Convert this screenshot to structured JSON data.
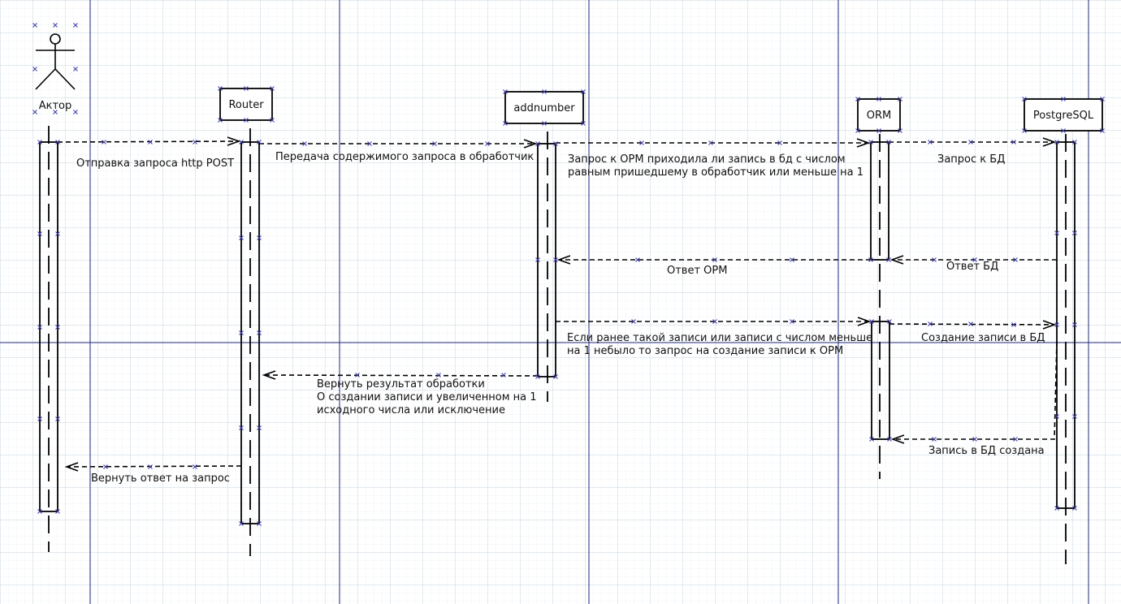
{
  "participants": [
    {
      "id": "actor",
      "label": "Актор"
    },
    {
      "id": "router",
      "label": "Router"
    },
    {
      "id": "addnumber",
      "label": "addnumber"
    },
    {
      "id": "orm",
      "label": "ORM"
    },
    {
      "id": "postgres",
      "label": "PostgreSQL"
    }
  ],
  "messages": [
    {
      "id": "m1",
      "lines": [
        "Отправка запроса http POST"
      ]
    },
    {
      "id": "m2",
      "lines": [
        "Передача содержимого запроса в обработчик"
      ]
    },
    {
      "id": "m3",
      "lines": [
        "Запрос к ОРМ приходила ли запись в бд с числом",
        " равным пришедшему в обработчик или меньше на 1"
      ]
    },
    {
      "id": "m4",
      "lines": [
        "Запрос к БД"
      ]
    },
    {
      "id": "m5",
      "lines": [
        "Ответ БД"
      ]
    },
    {
      "id": "m6",
      "lines": [
        "Ответ ОРМ"
      ]
    },
    {
      "id": "m7",
      "lines": [
        "Если ранее такой записи или записи с числом меньше",
        "на 1 небыло то запрос на создание записи к ОРМ"
      ]
    },
    {
      "id": "m8",
      "lines": [
        "Создание записи в БД"
      ]
    },
    {
      "id": "m9",
      "lines": [
        "Запись в БД создана"
      ]
    },
    {
      "id": "m10",
      "lines": [
        "Вернуть результат обработки",
        "О создании записи и увеличенном на 1",
        "исходного числа или исключение"
      ]
    },
    {
      "id": "m11",
      "lines": [
        "Вернуть ответ на запрос"
      ]
    }
  ],
  "colors": {
    "grid": "#d6e2ea",
    "page_break": "#1f2a7a",
    "ink": "#000000",
    "handle": "#3a3aa8"
  }
}
